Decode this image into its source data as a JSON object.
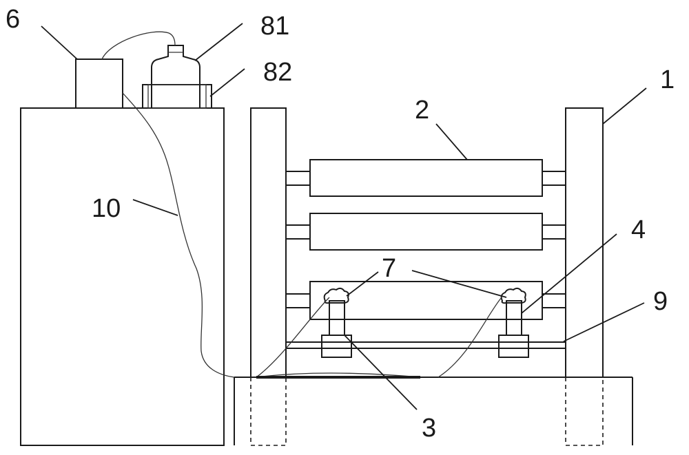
{
  "labels": {
    "l6": "6",
    "l81": "81",
    "l82": "82",
    "l1": "1",
    "l2": "2",
    "l10": "10",
    "l4": "4",
    "l7": "7",
    "l9": "9",
    "l3": "3"
  },
  "colors": {
    "line": "#1a1a1a",
    "background": "#ffffff"
  }
}
